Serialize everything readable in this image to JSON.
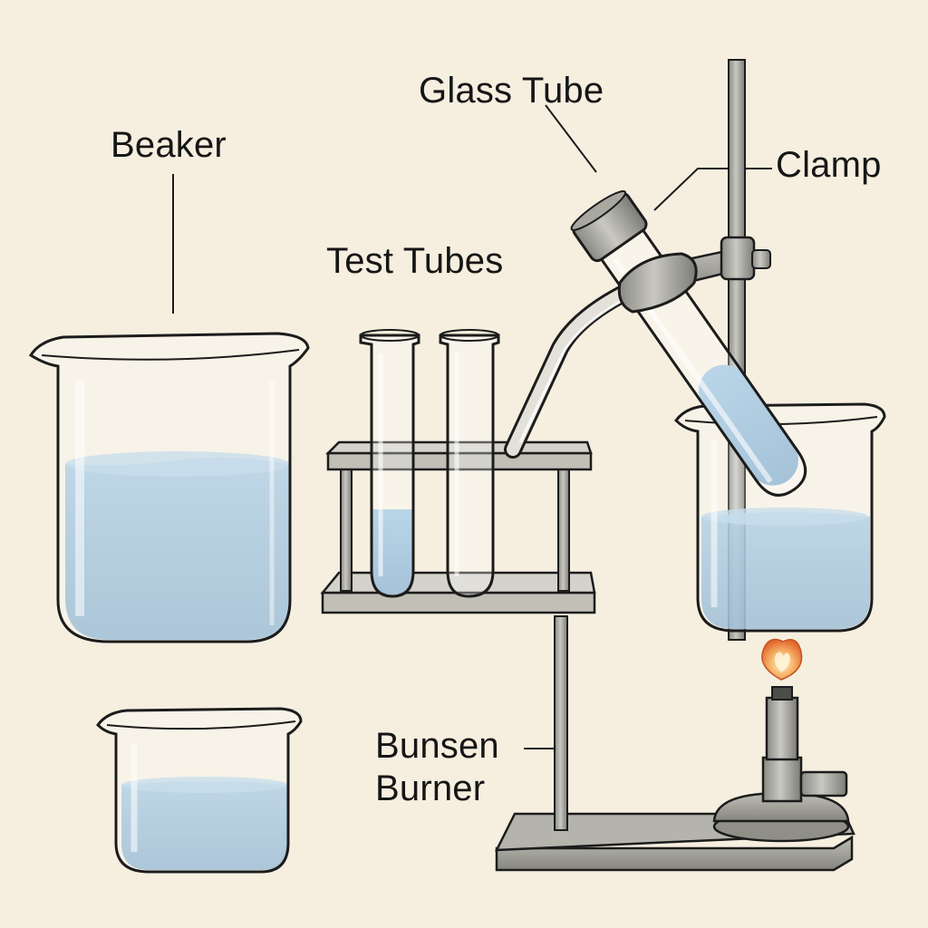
{
  "labels": {
    "beaker": "Beaker",
    "test_tubes": "Test Tubes",
    "glass_tube": "Glass Tube",
    "clamp": "Clamp",
    "bunsen_line1": "Bunsen",
    "bunsen_line2": "Burner"
  },
  "colors": {
    "paper": "#f6efe0",
    "ink": "#1c1c1c",
    "water": "#8fb8d6",
    "metal": "#9a9a94",
    "flame": "#f08a3c"
  }
}
